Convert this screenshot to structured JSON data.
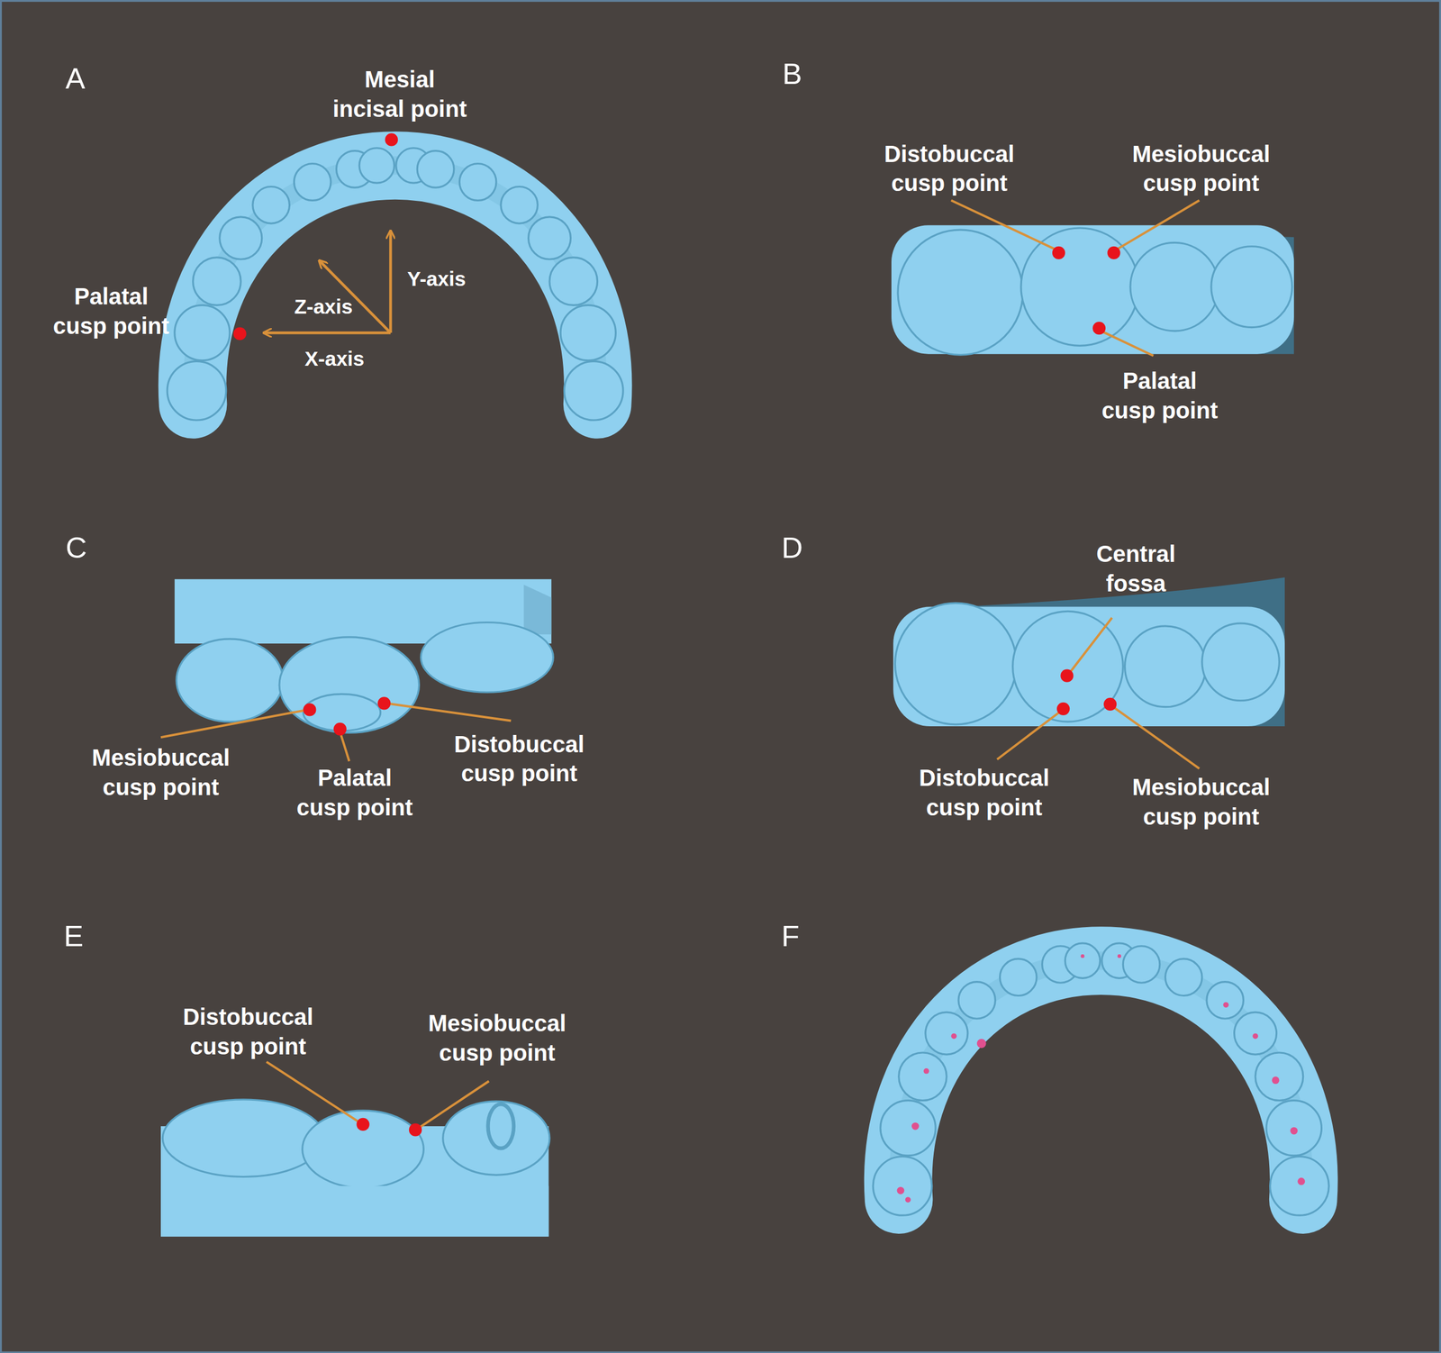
{
  "diagram": {
    "labels": [
      "A",
      "Mesial incisal point",
      "Palatal cusp point",
      "Z-axis",
      "Y-axis",
      "X-axis",
      "B",
      "Distobuccal cusp point",
      "Mesiobuccal cusp point",
      "Palatal cusp point",
      "C",
      "Mesiobuccal cusp point",
      "Palatal cusp point",
      "Distobuccal cusp point",
      "D",
      "Central fossa",
      "Distobuccal cusp point",
      "Mesiobuccal cusp point",
      "E",
      "Distobuccal cusp point",
      "Mesiobuccal cusp point",
      "F"
    ]
  }
}
